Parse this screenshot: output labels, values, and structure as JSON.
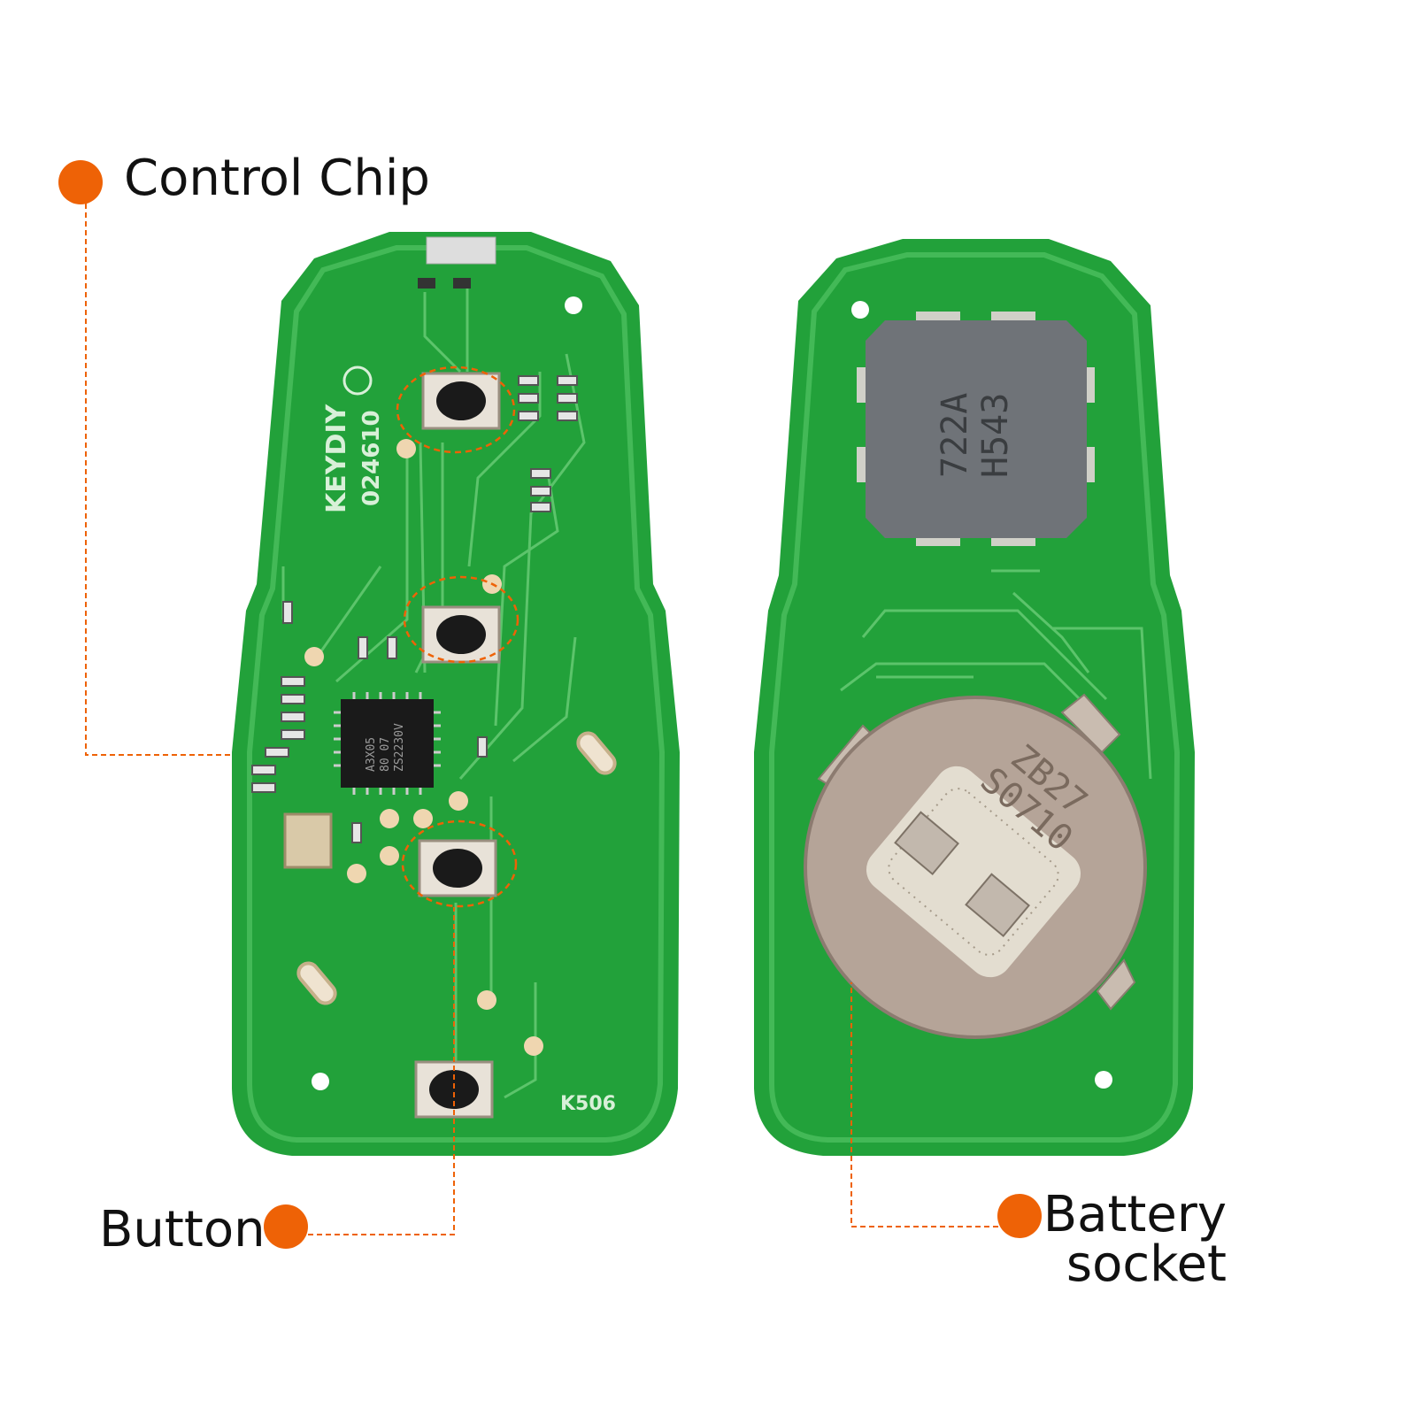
{
  "callouts": {
    "control_chip": "Control Chip",
    "button": "Button",
    "battery_socket_line1": "Battery",
    "battery_socket_line2": "socket"
  },
  "board_front": {
    "brand": "KEYDIY",
    "serial": "024610",
    "model": "K506",
    "chip_line1": "A3X05",
    "chip_line2": "80 07",
    "chip_line3": "ZS2230V"
  },
  "board_back": {
    "module_line1": "722A",
    "module_line2": "H543",
    "battery_line1": "ZB27",
    "battery_line2": "S0710"
  },
  "colors": {
    "accent": "#ee6206",
    "pcb": "#22a13a",
    "pcb_edge": "#43b957",
    "trace": "#5cc46b",
    "metal": "#b9a99c"
  }
}
